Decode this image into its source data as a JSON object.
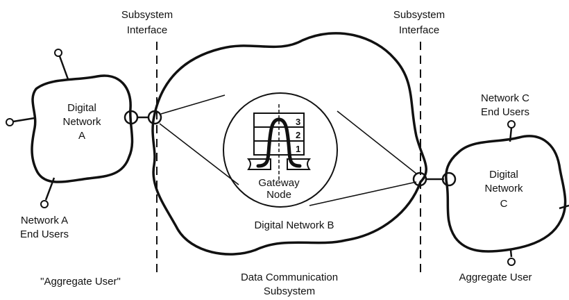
{
  "diagram": {
    "interface_left": {
      "line1": "Subsystem",
      "line2": "Interface"
    },
    "interface_right": {
      "line1": "Subsystem",
      "line2": "Interface"
    },
    "network_a": {
      "line1": "Digital",
      "line2": "Network",
      "line3": "A"
    },
    "network_a_users": {
      "line1": "Network A",
      "line2": "End Users"
    },
    "aggregate_left": "\"Aggregate User\"",
    "network_b": "Digital Network B",
    "gateway": {
      "line1": "Gateway",
      "line2": "Node"
    },
    "layers": [
      "3",
      "2",
      "1"
    ],
    "network_c": {
      "line1": "Digital",
      "line2": "Network",
      "line3": "C"
    },
    "network_c_users": {
      "line1": "Network C",
      "line2": "End Users"
    },
    "aggregate_right": "Aggregate User",
    "subsystem": {
      "line1": "Data Communication",
      "line2": "Subsystem"
    }
  }
}
